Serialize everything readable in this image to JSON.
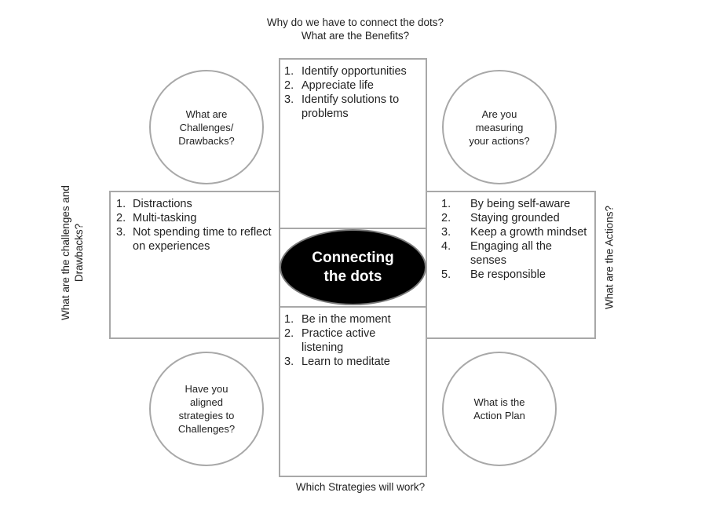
{
  "top_label": [
    "Why do we have to connect the dots?",
    "What are the Benefits?"
  ],
  "bottom_label": "Which Strategies will work?",
  "left_label": [
    "What are the challenges and",
    "Drawbacks?"
  ],
  "right_label": "What are the Actions?",
  "center": [
    "Connecting",
    "the dots"
  ],
  "circles": {
    "top_left": [
      "What are",
      "Challenges/",
      "Drawbacks?"
    ],
    "top_right": [
      "Are you",
      "measuring",
      "your actions?"
    ],
    "bottom_left": [
      "Have you",
      "aligned",
      "strategies to",
      "Challenges?"
    ],
    "bottom_right": [
      "What is the",
      "Action Plan"
    ]
  },
  "benefits": {
    "nums": [
      "1.",
      "2.",
      "3."
    ],
    "items": [
      "Identify opportunities",
      "Appreciate life",
      "Identify solutions to problems"
    ]
  },
  "challenges": {
    "nums": [
      "1.",
      "2.",
      "3."
    ],
    "items": [
      "Distractions",
      "Multi-tasking",
      "Not spending time to reflect on experiences"
    ]
  },
  "actions": {
    "nums": [
      "1.",
      "2.",
      "3.",
      "4.",
      "5."
    ],
    "items": [
      "By being self-aware",
      "Staying grounded",
      "Keep a growth mindset",
      "Engaging all the senses",
      "Be responsible"
    ]
  },
  "strategies": {
    "nums": [
      "1.",
      "2.",
      "3."
    ],
    "items": [
      "Be in the moment",
      "Practice active listening",
      "Learn to meditate"
    ]
  }
}
